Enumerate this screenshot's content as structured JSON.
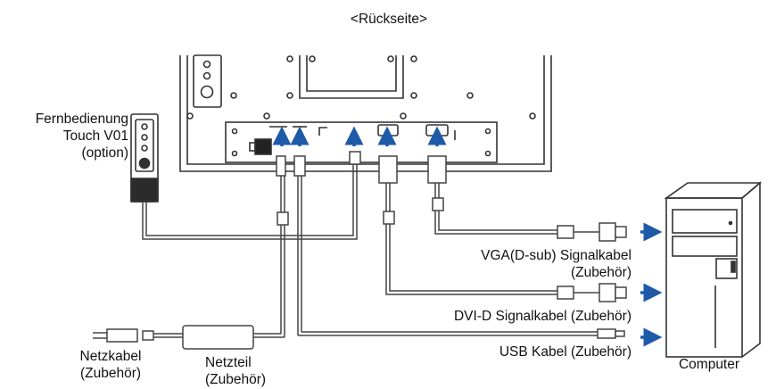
{
  "title": "<Rückseite>",
  "remote": {
    "line1": "Fernbedienung",
    "line2": "Touch V01",
    "line3": "(option)"
  },
  "vga": {
    "line1": "VGA(D-sub) Signalkabel",
    "line2": "(Zubehör)"
  },
  "dvi": {
    "label": "DVI-D Signalkabel (Zubehör)"
  },
  "usb": {
    "label": "USB Kabel (Zubehör)"
  },
  "power_cable": {
    "line1": "Netzkabel",
    "line2": "(Zubehör)"
  },
  "adapter": {
    "line1": "Netzteil",
    "line2": "(Zubehör)"
  },
  "computer": {
    "label": "Computer"
  },
  "colors": {
    "arrow": "#1e5aa8",
    "line": "#333333",
    "cable": "#555555"
  }
}
